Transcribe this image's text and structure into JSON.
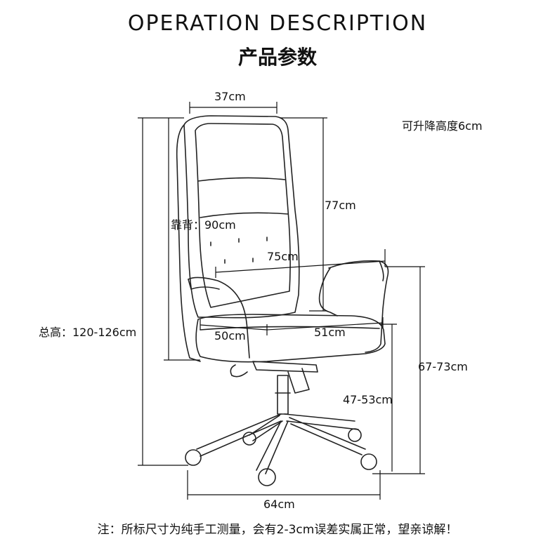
{
  "header": {
    "title_en": "OPERATION DESCRIPTION",
    "title_cn": "产品参数"
  },
  "dimensions": {
    "headrest_width": "37cm",
    "lift_range": "可升降高度6cm",
    "back_height_upper": "77cm",
    "backrest": "靠背：90cm",
    "armrest_span": "75cm",
    "total_height": "总高：120-126cm",
    "seat_depth": "50cm",
    "seat_width": "51cm",
    "arm_height": "67-73cm",
    "seat_height": "47-53cm",
    "base_width": "64cm"
  },
  "footer": {
    "note": "注：所标尺寸为纯手工测量，会有2-3cm误差实属正常，望亲谅解！"
  }
}
